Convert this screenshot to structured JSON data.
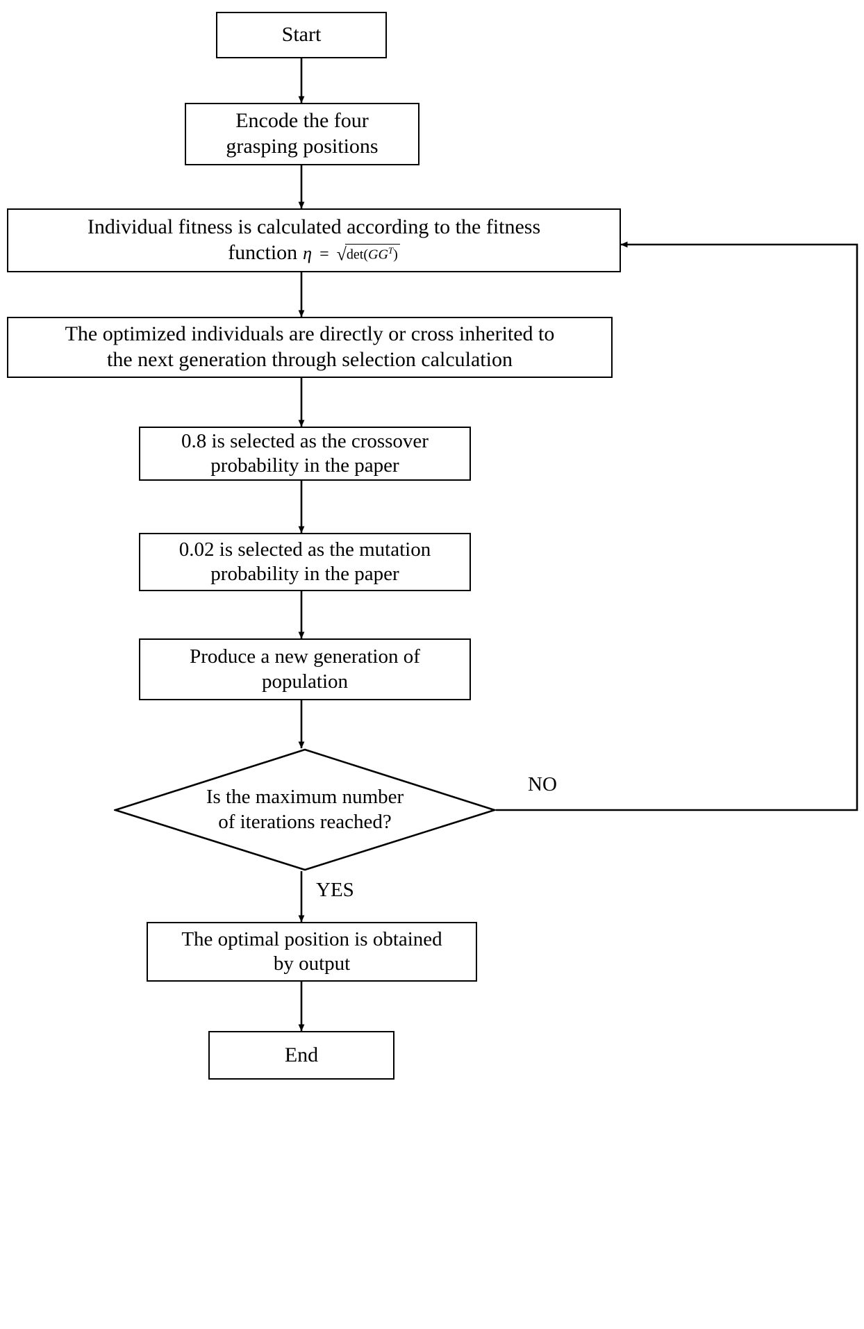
{
  "diagram": {
    "type": "flowchart",
    "title": "Genetic algorithm flowchart for optimal grasping position",
    "orientation": "top-to-bottom",
    "line_color": "#000000",
    "fill_color": "#ffffff",
    "text_color": "#000000"
  },
  "nodes": {
    "start": {
      "label": "Start",
      "shape": "rectangle"
    },
    "encode": {
      "label": "Encode the four\ngrasping positions",
      "shape": "rectangle"
    },
    "fitness": {
      "label_line1": "Individual fitness is calculated according to the fitness",
      "label_line2_prefix": "function",
      "shape": "rectangle",
      "formula": {
        "variable": "η",
        "equals": "=",
        "radical": "√",
        "radicand_function": "det",
        "radicand_open": "(",
        "radicand_matrix": "GG",
        "radicand_transpose": "T",
        "radicand_close": ")",
        "plain_text": "η = √det(GGᵀ)"
      }
    },
    "selection": {
      "label": "The optimized individuals are directly or cross inherited to\nthe next generation through selection calculation",
      "shape": "rectangle"
    },
    "crossover": {
      "label": "0.8 is selected as the crossover\nprobability in the paper",
      "shape": "rectangle",
      "value": "0.8"
    },
    "mutation": {
      "label": "0.02 is selected as the mutation\nprobability in the paper",
      "shape": "rectangle",
      "value": "0.02"
    },
    "produce": {
      "label": "Produce a new generation of\npopulation",
      "shape": "rectangle"
    },
    "decision": {
      "label": "Is the maximum number\nof iterations reached?",
      "shape": "diamond"
    },
    "optimal": {
      "label": "The optimal position is obtained\nby output",
      "shape": "rectangle"
    },
    "end": {
      "label": "End",
      "shape": "rectangle"
    }
  },
  "edges": [
    {
      "from": "start",
      "to": "encode",
      "label": ""
    },
    {
      "from": "encode",
      "to": "fitness",
      "label": ""
    },
    {
      "from": "fitness",
      "to": "selection",
      "label": ""
    },
    {
      "from": "selection",
      "to": "crossover",
      "label": ""
    },
    {
      "from": "crossover",
      "to": "mutation",
      "label": ""
    },
    {
      "from": "mutation",
      "to": "produce",
      "label": ""
    },
    {
      "from": "produce",
      "to": "decision",
      "label": ""
    },
    {
      "from": "decision",
      "to": "fitness",
      "label": "NO"
    },
    {
      "from": "decision",
      "to": "optimal",
      "label": "YES"
    },
    {
      "from": "optimal",
      "to": "end",
      "label": ""
    }
  ],
  "edge_labels": {
    "no": "NO",
    "yes": "YES"
  }
}
